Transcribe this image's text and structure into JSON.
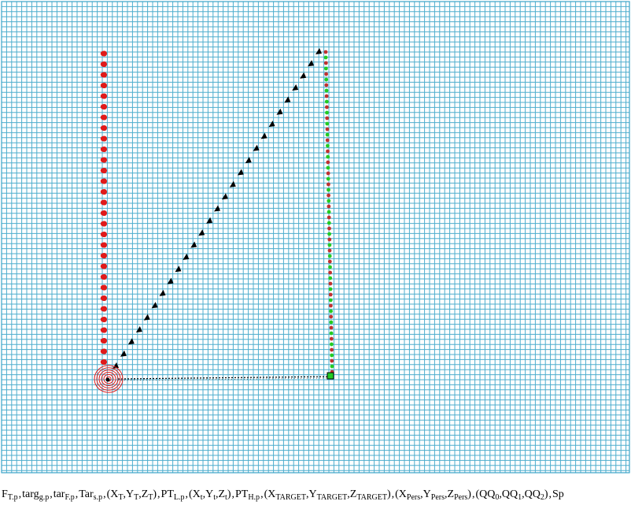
{
  "plot": {
    "grid_color": "#3aa4c8",
    "background": "#ffffff",
    "series": [
      {
        "name": "F_T.p",
        "color": "#e01a1a",
        "marker": "red-dot"
      },
      {
        "name": "targ_g.p",
        "color": "#000000",
        "marker": "black-arrow"
      },
      {
        "name": "tar_F.p",
        "color": "#22cc22",
        "marker": "green-dot"
      },
      {
        "name": "Tar_s.p",
        "color": "#e01a1a",
        "marker": "red-circle"
      }
    ]
  },
  "caption": {
    "items": [
      {
        "base": "F",
        "sub": "T.p"
      },
      {
        "base": "targ",
        "sub": "g.p"
      },
      {
        "base": "tar",
        "sub": "F.p"
      },
      {
        "base": "Tar",
        "sub": "s.p"
      },
      {
        "text": "(X",
        "sub": "T",
        "mid": ",Y",
        "sub2": "T",
        "mid2": ",Z",
        "sub3": "T",
        "end": ")"
      },
      {
        "base": "PT",
        "sub": "L.p"
      },
      {
        "text": "(X",
        "sub": "t",
        "mid": ",Y",
        "sub2": "t",
        "mid2": ",Z",
        "sub3": "t",
        "end": ")"
      },
      {
        "base": "PT",
        "sub": "H.p"
      },
      {
        "text": "(X",
        "sub": "TARGET",
        "mid": ",Y",
        "sub2": "TARGET",
        "mid2": ",Z",
        "sub3": "TARGET",
        "end": ")"
      },
      {
        "text": "(X",
        "sub": "Pers",
        "mid": ",Y",
        "sub2": "Pers",
        "mid2": ",Z",
        "sub3": "Pers",
        "end": ")"
      },
      {
        "text": "(QQ",
        "sub": "0",
        "mid": ",QQ",
        "sub2": "1",
        "mid2": ",QQ",
        "sub3": "2",
        "end": ")"
      },
      {
        "base": "Sp",
        "sub": ""
      }
    ]
  }
}
